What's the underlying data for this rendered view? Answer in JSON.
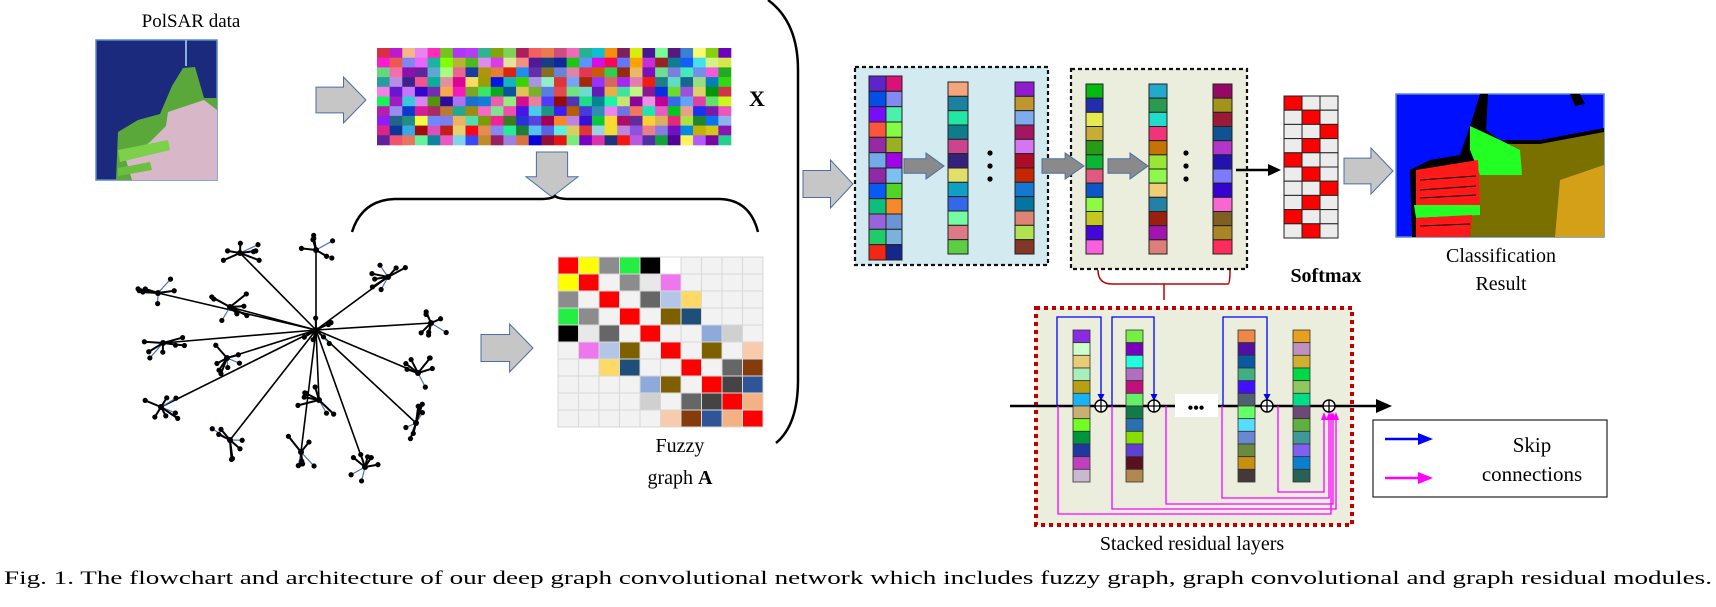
{
  "labels": {
    "polsar": "PolSAR data",
    "x_symbol": "X",
    "fuzzy_line1": "Fuzzy",
    "fuzzy_line2": "graph ",
    "fuzzy_symbol": "A",
    "softmax": "Softmax",
    "class_line1": "Classification",
    "class_line2": "Result",
    "stacked": "Stacked residual layers",
    "dots": "•••"
  },
  "legend": {
    "line1": "Skip",
    "line2": "connections",
    "blue_color": "#0000ff",
    "magenta_color": "#ff00ff"
  },
  "caption": "Fig. 1.  The flowchart and architecture of our deep graph convolutional network which includes fuzzy graph, graph convolutional and graph residual modules.",
  "colors": {
    "arrow_fill": "#c6c6c6",
    "arrow_stroke": "#4a6fa5",
    "inner_arrow_fill": "#8a8a8a",
    "blue_box": "#d3eaf0",
    "green_box": "#ebeedd",
    "residual_box": "#ebeedd",
    "residual_border": "#c00000"
  },
  "fuzzy_matrix": [
    [
      "#ff0000",
      "#ffff00",
      "#8c8c8c",
      "#22ee44",
      "#000000",
      "#ffffff",
      "#f2f2f2",
      "#f2f2f2",
      "#f2f2f2",
      "#f2f2f2"
    ],
    [
      "#ffff00",
      "#ff0000",
      "#f2f2f2",
      "#8c8c8c",
      "#e8e8e8",
      "#ee77ee",
      "#f2f2f2",
      "#f2f2f2",
      "#f2f2f2",
      "#f2f2f2"
    ],
    [
      "#8c8c8c",
      "#f2f2f2",
      "#ff0000",
      "#f2f2f2",
      "#666666",
      "#b4c6e7",
      "#ffd966",
      "#f2f2f2",
      "#f2f2f2",
      "#f2f2f2"
    ],
    [
      "#22ee44",
      "#8c8c8c",
      "#f2f2f2",
      "#ff0000",
      "#f2f2f2",
      "#7f6000",
      "#1f4e79",
      "#f2f2f2",
      "#f2f2f2",
      "#f2f2f2"
    ],
    [
      "#000000",
      "#e8e8e8",
      "#666666",
      "#f2f2f2",
      "#ff0000",
      "#f2f2f2",
      "#f2f2f2",
      "#8eaadb",
      "#d0d0d0",
      "#f2f2f2"
    ],
    [
      "#f2f2f2",
      "#ee77ee",
      "#b4c6e7",
      "#7f6000",
      "#f2f2f2",
      "#ff0000",
      "#f2f2f2",
      "#7f6000",
      "#f2f2f2",
      "#f8cbad"
    ],
    [
      "#f2f2f2",
      "#f2f2f2",
      "#ffd966",
      "#1f4e79",
      "#f2f2f2",
      "#f2f2f2",
      "#ff0000",
      "#f2f2f2",
      "#666666",
      "#843c0c"
    ],
    [
      "#f2f2f2",
      "#f2f2f2",
      "#f2f2f2",
      "#f2f2f2",
      "#8eaadb",
      "#7f6000",
      "#f2f2f2",
      "#ff0000",
      "#444444",
      "#2f5597"
    ],
    [
      "#f2f2f2",
      "#f2f2f2",
      "#f2f2f2",
      "#f2f2f2",
      "#d0d0d0",
      "#f2f2f2",
      "#666666",
      "#444444",
      "#ff0000",
      "#f4b183"
    ],
    [
      "#f2f2f2",
      "#f2f2f2",
      "#f2f2f2",
      "#f2f2f2",
      "#f2f2f2",
      "#f8cbad",
      "#843c0c",
      "#2f5597",
      "#f4b183",
      "#ff0000"
    ]
  ],
  "softmax_hot": [
    0,
    1,
    2,
    1,
    0,
    1,
    2,
    1,
    0,
    1
  ],
  "residual_columns": [
    [
      "#8a2be2",
      "#ccffcc",
      "#e8cc77",
      "#aaeebb",
      "#b8a010",
      "#1ab2f0",
      "#c8b070",
      "#70ff20",
      "#00943c",
      "#1e38a0",
      "#c040c0",
      "#c8b8d0"
    ],
    [
      "#77ee44",
      "#7a00c0",
      "#22ffdd",
      "#b070c0",
      "#c01080",
      "#66ee66",
      "#107a4a",
      "#2a70b0",
      "#88dd00",
      "#6040d0",
      "#5a1020",
      "#b08850"
    ],
    [
      "#ee8844",
      "#5010a0",
      "#0a5aa0",
      "#40b080",
      "#4010ff",
      "#506070",
      "#66ff66",
      "#55ddff",
      "#6a88d0",
      "#6a8a40",
      "#c89010",
      "#443838"
    ],
    [
      "#e8a020",
      "#c090c0",
      "#d0b030",
      "#00d848",
      "#90c860",
      "#00dd88",
      "#704878",
      "#60b040",
      "#409898",
      "#8060ee",
      "#0a80d0",
      "#2a6058"
    ]
  ]
}
